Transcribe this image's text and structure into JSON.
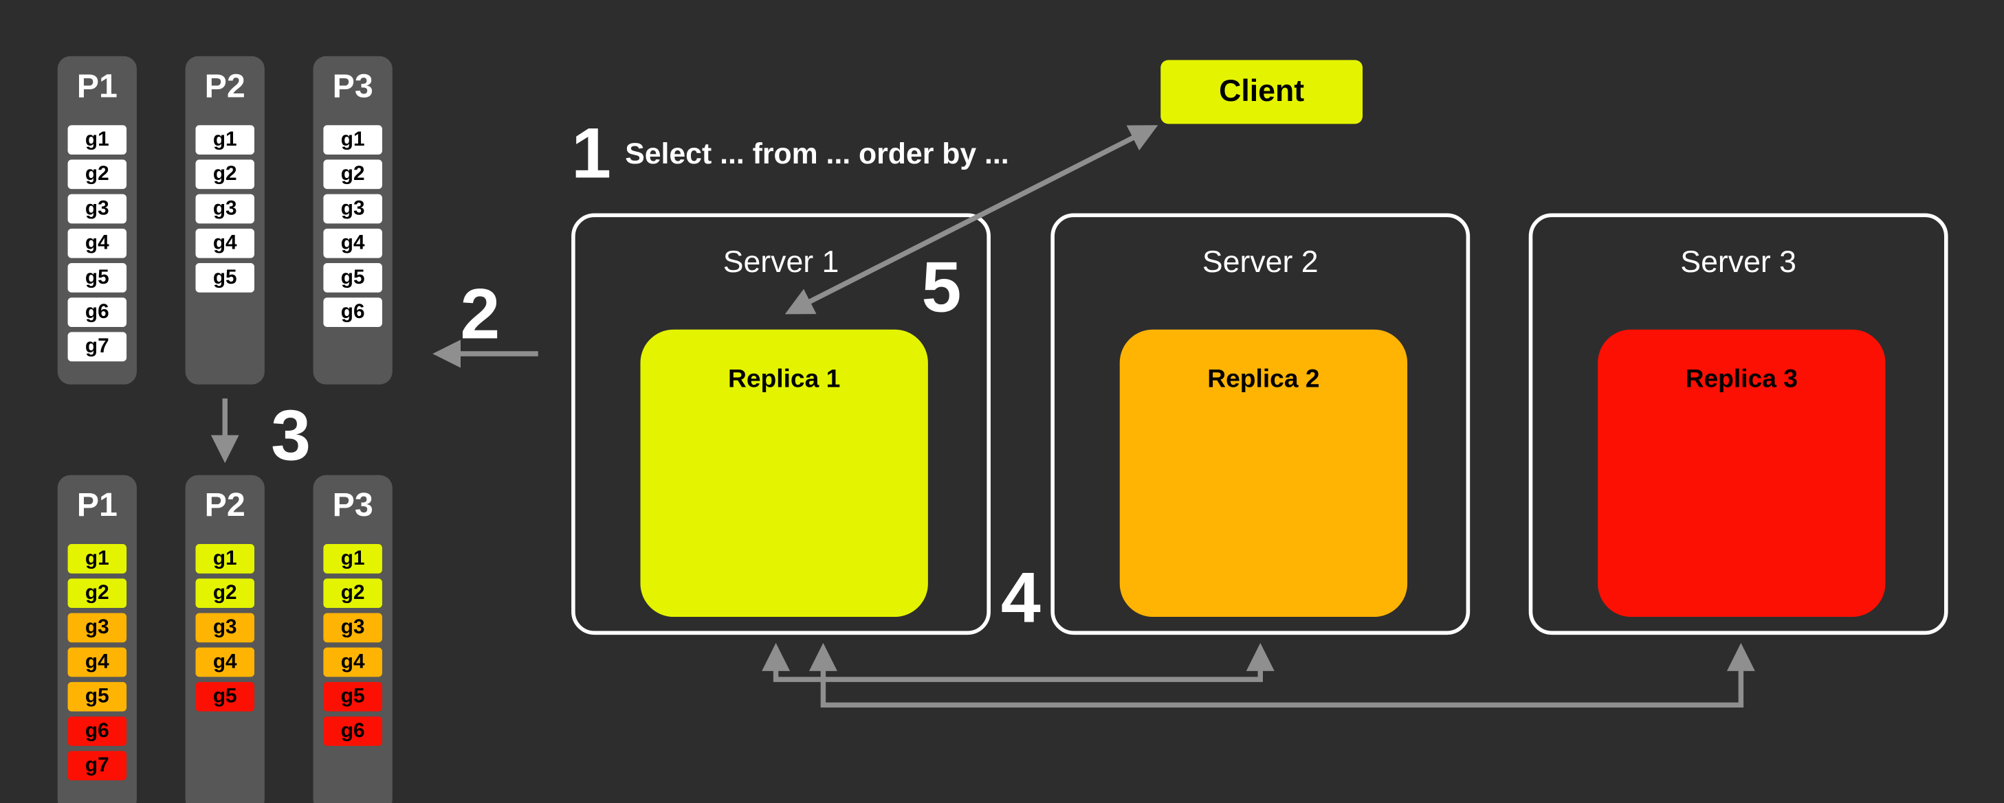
{
  "diagram": {
    "background": "#2d2d2d",
    "query_text": "Select ... from ... order by ...",
    "steps": {
      "s1": "1",
      "s2": "2",
      "s3": "3",
      "s4": "4",
      "s5": "5"
    }
  },
  "client": {
    "label": "Client",
    "color": "#e4f400"
  },
  "servers": [
    {
      "title": "Server 1",
      "replica": {
        "label": "Replica 1",
        "color": "#e4f400"
      }
    },
    {
      "title": "Server 2",
      "replica": {
        "label": "Replica 2",
        "color": "#ffb404"
      }
    },
    {
      "title": "Server 3",
      "replica": {
        "label": "Replica 3",
        "color": "#fb1003"
      }
    }
  ],
  "top_partitions": [
    {
      "title": "P1",
      "cells": [
        {
          "label": "g1",
          "color": "#ffffff"
        },
        {
          "label": "g2",
          "color": "#ffffff"
        },
        {
          "label": "g3",
          "color": "#ffffff"
        },
        {
          "label": "g4",
          "color": "#ffffff"
        },
        {
          "label": "g5",
          "color": "#ffffff"
        },
        {
          "label": "g6",
          "color": "#ffffff"
        },
        {
          "label": "g7",
          "color": "#ffffff"
        }
      ]
    },
    {
      "title": "P2",
      "cells": [
        {
          "label": "g1",
          "color": "#ffffff"
        },
        {
          "label": "g2",
          "color": "#ffffff"
        },
        {
          "label": "g3",
          "color": "#ffffff"
        },
        {
          "label": "g4",
          "color": "#ffffff"
        },
        {
          "label": "g5",
          "color": "#ffffff"
        }
      ]
    },
    {
      "title": "P3",
      "cells": [
        {
          "label": "g1",
          "color": "#ffffff"
        },
        {
          "label": "g2",
          "color": "#ffffff"
        },
        {
          "label": "g3",
          "color": "#ffffff"
        },
        {
          "label": "g4",
          "color": "#ffffff"
        },
        {
          "label": "g5",
          "color": "#ffffff"
        },
        {
          "label": "g6",
          "color": "#ffffff"
        }
      ]
    }
  ],
  "bottom_partitions": [
    {
      "title": "P1",
      "cells": [
        {
          "label": "g1",
          "color": "#e4f400"
        },
        {
          "label": "g2",
          "color": "#e4f400"
        },
        {
          "label": "g3",
          "color": "#ffb404"
        },
        {
          "label": "g4",
          "color": "#ffb404"
        },
        {
          "label": "g5",
          "color": "#ffb404"
        },
        {
          "label": "g6",
          "color": "#fb1003"
        },
        {
          "label": "g7",
          "color": "#fb1003"
        }
      ]
    },
    {
      "title": "P2",
      "cells": [
        {
          "label": "g1",
          "color": "#e4f400"
        },
        {
          "label": "g2",
          "color": "#e4f400"
        },
        {
          "label": "g3",
          "color": "#ffb404"
        },
        {
          "label": "g4",
          "color": "#ffb404"
        },
        {
          "label": "g5",
          "color": "#fb1003"
        }
      ]
    },
    {
      "title": "P3",
      "cells": [
        {
          "label": "g1",
          "color": "#e4f400"
        },
        {
          "label": "g2",
          "color": "#e4f400"
        },
        {
          "label": "g3",
          "color": "#ffb404"
        },
        {
          "label": "g4",
          "color": "#ffb404"
        },
        {
          "label": "g5",
          "color": "#fb1003"
        },
        {
          "label": "g6",
          "color": "#fb1003"
        }
      ]
    }
  ],
  "colors": {
    "arrow": "#8f8f8f",
    "panel": "#575757",
    "server_border": "#ffffff",
    "cell_default": "#ffffff"
  }
}
